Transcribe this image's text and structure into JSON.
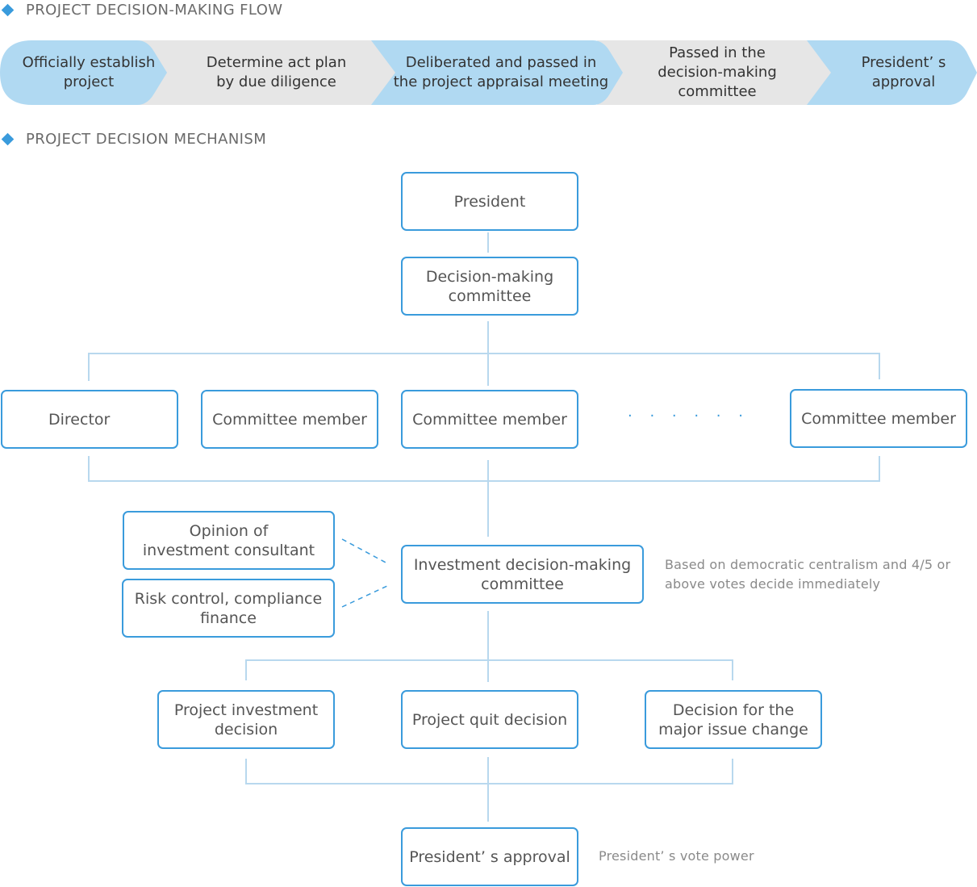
{
  "sections": {
    "flow_title": "PROJECT DECISION-MAKING FLOW",
    "mechanism_title": "PROJECT DECISION MECHANISM"
  },
  "flow": {
    "steps": [
      "Officially establish\nproject",
      "Determine act plan\nby due diligence",
      "Deliberated and passed in\nthe project appraisal meeting",
      "Passed in the\ndecision-making committee",
      "President’ s\napproval"
    ],
    "colors": {
      "highlight": "#b0d9f2",
      "neutral": "#e6e6e6"
    }
  },
  "mechanism": {
    "president": "President",
    "decision_committee": "Decision-making\ncommittee",
    "members": [
      "Director",
      "Committee member",
      "Committee member",
      "Committee member"
    ],
    "ellipsis": "· · · · · ·",
    "advisors": [
      "Opinion of\ninvestment consultant",
      "Risk control, compliance\nfinance"
    ],
    "investment_committee": "Investment decision-making\ncommittee",
    "investment_note": "Based on democratic centralism and 4/5 or\nabove votes decide immediately",
    "decisions": [
      "Project investment\ndecision",
      "Project quit decision",
      "Decision for the\nmajor issue change"
    ],
    "final_approval": "President’ s approval",
    "final_note": "President’ s vote power"
  },
  "colors": {
    "accent": "#3a9bdc",
    "connector": "#b8d8ee"
  }
}
